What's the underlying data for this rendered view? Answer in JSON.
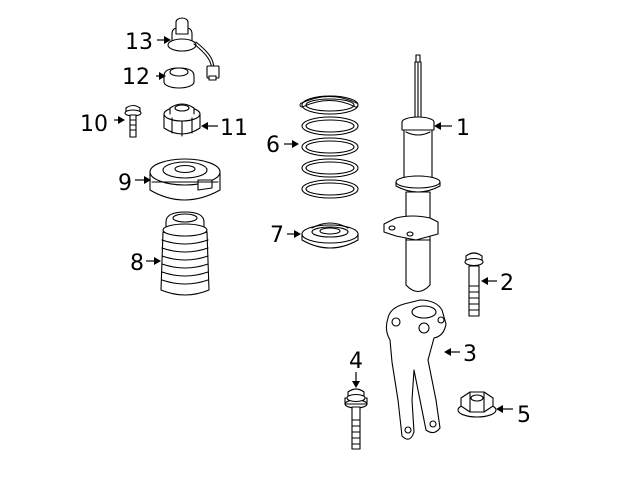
{
  "callouts": [
    {
      "id": 1,
      "label": "1"
    },
    {
      "id": 2,
      "label": "2"
    },
    {
      "id": 3,
      "label": "3"
    },
    {
      "id": 4,
      "label": "4"
    },
    {
      "id": 5,
      "label": "5"
    },
    {
      "id": 6,
      "label": "6"
    },
    {
      "id": 7,
      "label": "7"
    },
    {
      "id": 8,
      "label": "8"
    },
    {
      "id": 9,
      "label": "9"
    },
    {
      "id": 10,
      "label": "10"
    },
    {
      "id": 11,
      "label": "11"
    },
    {
      "id": 12,
      "label": "12"
    },
    {
      "id": 13,
      "label": "13"
    }
  ]
}
